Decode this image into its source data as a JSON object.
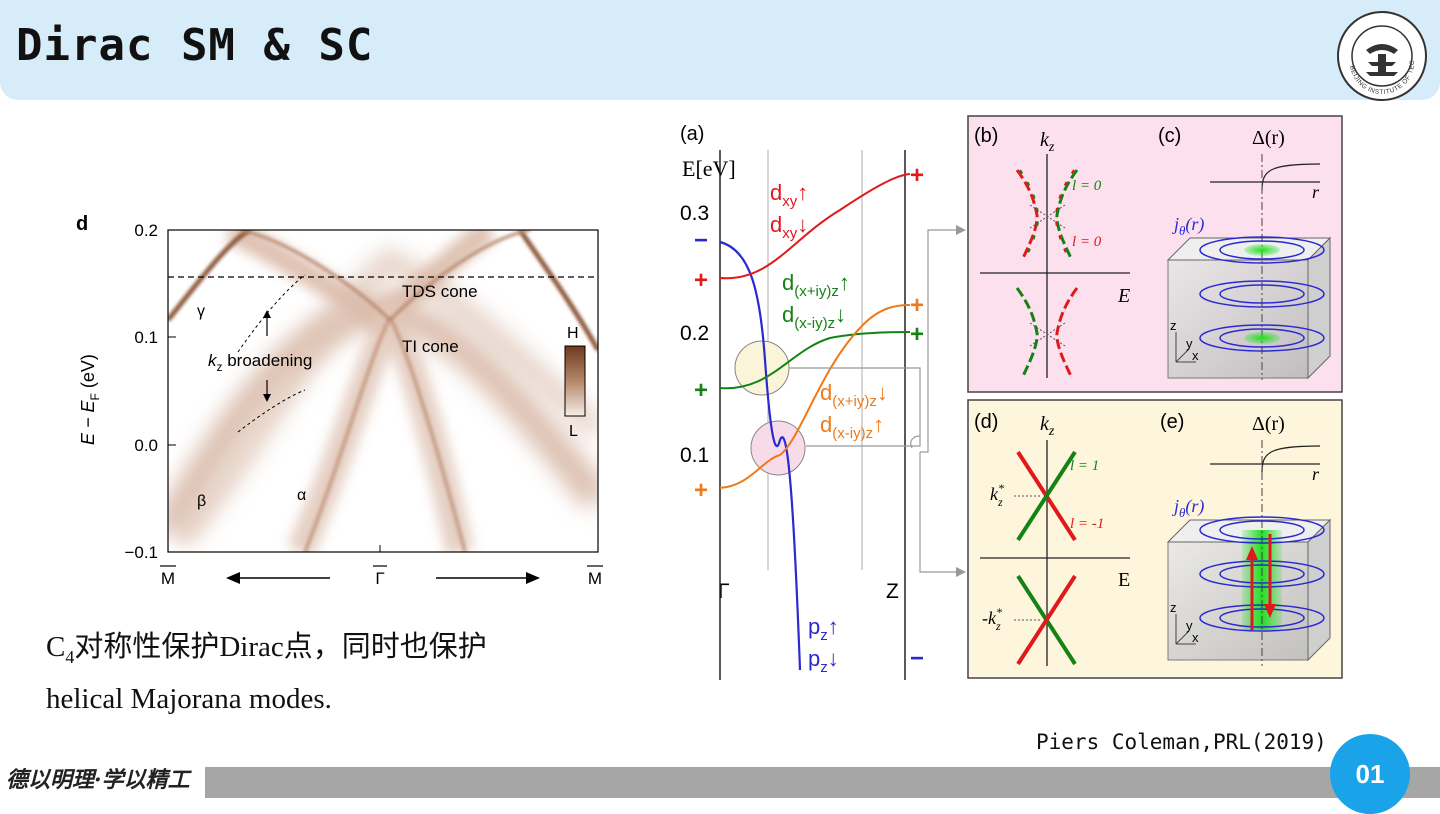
{
  "slide": {
    "title": "Dirac SM & SC",
    "seal_text": "BEIJING INSTITUTE OF TECHNOLOGY",
    "caption_line1_prefix": "C",
    "caption_line1_sub": "4",
    "caption_line1_rest": "对称性保护Dirac点，同时也保护",
    "caption_line2": "helical Majorana modes.",
    "reference": "Piers Coleman,PRL(2019)",
    "motto": "德以明理·学以精工",
    "page_number": "01"
  },
  "left_figure": {
    "panel_label": "d",
    "ylabel_main": "E − E",
    "ylabel_sub": "F",
    "ylabel_unit": " (eV)",
    "y_ticks": [
      "0.2",
      "0.1",
      "0.0",
      "−0.1"
    ],
    "x_ticks": [
      "M",
      "Γ",
      "M"
    ],
    "labels": {
      "gamma": "γ",
      "beta": "β",
      "alpha": "α",
      "tds": "TDS cone",
      "ti": "TI cone",
      "kz": "k",
      "kz_sub": "z",
      "broadening": " broadening",
      "colorbar_high": "H",
      "colorbar_low": "L"
    }
  },
  "right_figure": {
    "panel_a": "(a)",
    "energy_label": "E[eV]",
    "e_ticks": [
      "0.3",
      "0.2",
      "0.1"
    ],
    "x_ticks": [
      "Γ",
      "Z"
    ],
    "orbitals": {
      "dxy_up": "xy",
      "dxy_dn": "xy",
      "dxiy_up": "(x+iy)z",
      "dxmiy_dn": "(x-iy)z",
      "d2_up": "(x+iy)z",
      "d2_dn": "(x-iy)z",
      "pz_up": "z",
      "pz_dn": "z"
    },
    "panel_b": "(b)",
    "panel_c": "(c)",
    "panel_d": "(d)",
    "panel_e": "(e)",
    "kz": "k",
    "kz_sub": "z",
    "E": "E",
    "l0_top": "l = 0",
    "l0_bottom": "l = 0",
    "l1": "l = 1",
    "lm1": "l = -1",
    "kz_star": "k",
    "kz_star_neg": "-k",
    "delta": "Δ(r)",
    "r": "r",
    "j": "j",
    "j_sub": "θ",
    "j_arg": "(r)",
    "axis_z": "z",
    "axis_y": "y",
    "axis_x": "x"
  },
  "colors": {
    "banner": "#d6ecf8",
    "red": "#e0191b",
    "blue": "#2a2ad0",
    "green": "#148214",
    "orange": "#ee7a1a",
    "panel_pink": "#fde0ee",
    "panel_yellow": "#fdf6dc",
    "page_circle": "#1aa3e8"
  }
}
